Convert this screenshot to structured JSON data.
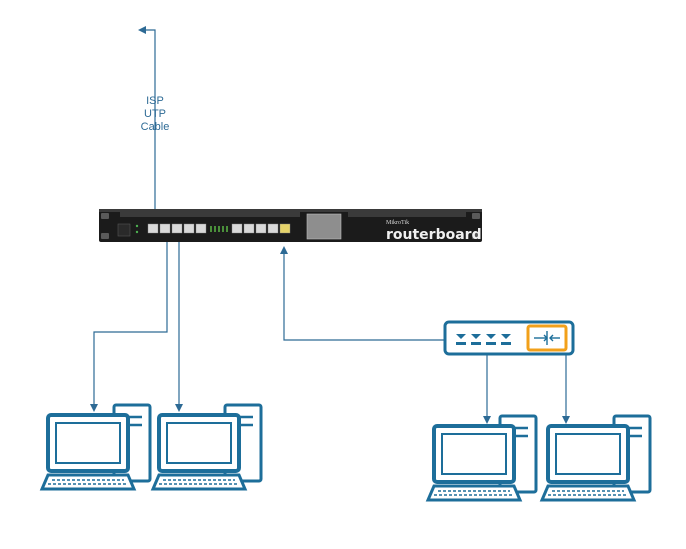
{
  "labels": {
    "isp": "ISP",
    "utp": "UTP",
    "cable": "Cable"
  },
  "router": {
    "brand_small": "MikroTik",
    "brand_big": "routerboard"
  },
  "colors": {
    "line": "#2d6a95",
    "device": "#1d6e9a",
    "router_body": "#1b1b1b",
    "switch_accent": "#f2a01a"
  },
  "icons": {
    "computers": [
      "computer-icon",
      "computer-icon",
      "computer-icon",
      "computer-icon"
    ],
    "switch": "network-switch-icon",
    "router": "router-icon",
    "arrow": "arrow-icon"
  }
}
